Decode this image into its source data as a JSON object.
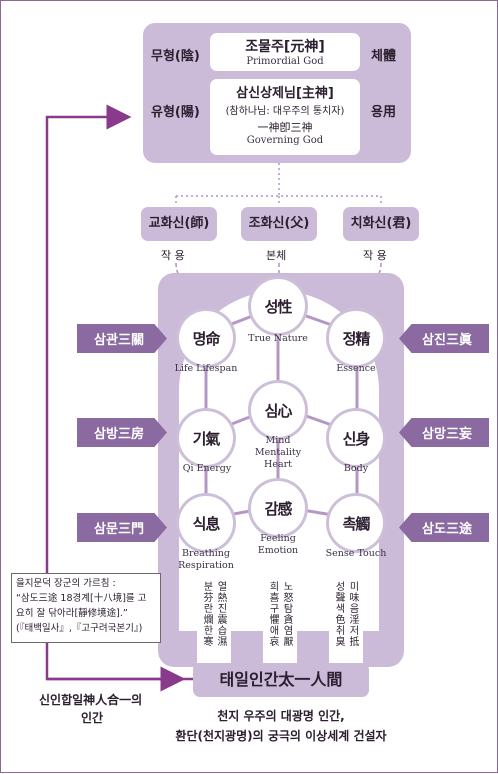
{
  "top": {
    "formless": {
      "side_left": "무형(陰)",
      "title": "조물주[元神]",
      "subtitle": "Primordial God",
      "side_right": "체體"
    },
    "form": {
      "side_left": "유형(陽)",
      "title": "삼신상제님[主神]",
      "line2": "(참하나님: 대우주의 통치자)",
      "line3": "一神卽三神",
      "subtitle": "Governing God",
      "side_right": "용用"
    }
  },
  "three_gods": [
    {
      "label": "교화신(師)",
      "role": "작 용"
    },
    {
      "label": "조화신(父)",
      "role": "본체"
    },
    {
      "label": "치화신(君)",
      "role": "작 용"
    }
  ],
  "nodes": {
    "seong": {
      "name": "성性",
      "en": "True Nature"
    },
    "myeong": {
      "name": "명命",
      "en": "Life Lifespan"
    },
    "jeong": {
      "name": "정精",
      "en": "Essence"
    },
    "sim": {
      "name": "심心",
      "en": "Mind Mentality Heart"
    },
    "gi": {
      "name": "기氣",
      "en": "Qi Energy"
    },
    "sin": {
      "name": "신身",
      "en": "Body"
    },
    "gam": {
      "name": "감感",
      "en": "Feeling Emotion"
    },
    "sik": {
      "name": "식息",
      "en": "Breathing Respiration"
    },
    "chok": {
      "name": "촉觸",
      "en": "Sense Touch"
    }
  },
  "tags": {
    "left": [
      "삼관三關",
      "삼방三房",
      "삼문三門"
    ],
    "right": [
      "삼진三眞",
      "삼망三妄",
      "삼도三途"
    ]
  },
  "vertical_lists": {
    "left": [
      "분芬",
      "란爛",
      "한寒",
      "열熱",
      "진震",
      "습濕"
    ],
    "center": [
      "희喜",
      "구懼",
      "애哀",
      "노怒",
      "탐貪",
      "염厭"
    ],
    "right": [
      "성聲",
      "색色",
      "취臭",
      "미味",
      "음淫",
      "저抵"
    ]
  },
  "quote": {
    "line1": "을지문덕 장군의 가르침 :",
    "line2": "“삼도三途 18경계[十八境]를 고",
    "line3": "요히 잘 닦아라[靜修境途].”",
    "line4": "(『태백일사』,『고구려국본기』)"
  },
  "bottom": {
    "main": "태일인간太一人間",
    "desc1": "천지 우주의 대광명 인간,",
    "desc2": "환단(천지광명)의 궁극의 이상세계 건설자",
    "side1": "신인합일神人合一의",
    "side2": "인간"
  }
}
